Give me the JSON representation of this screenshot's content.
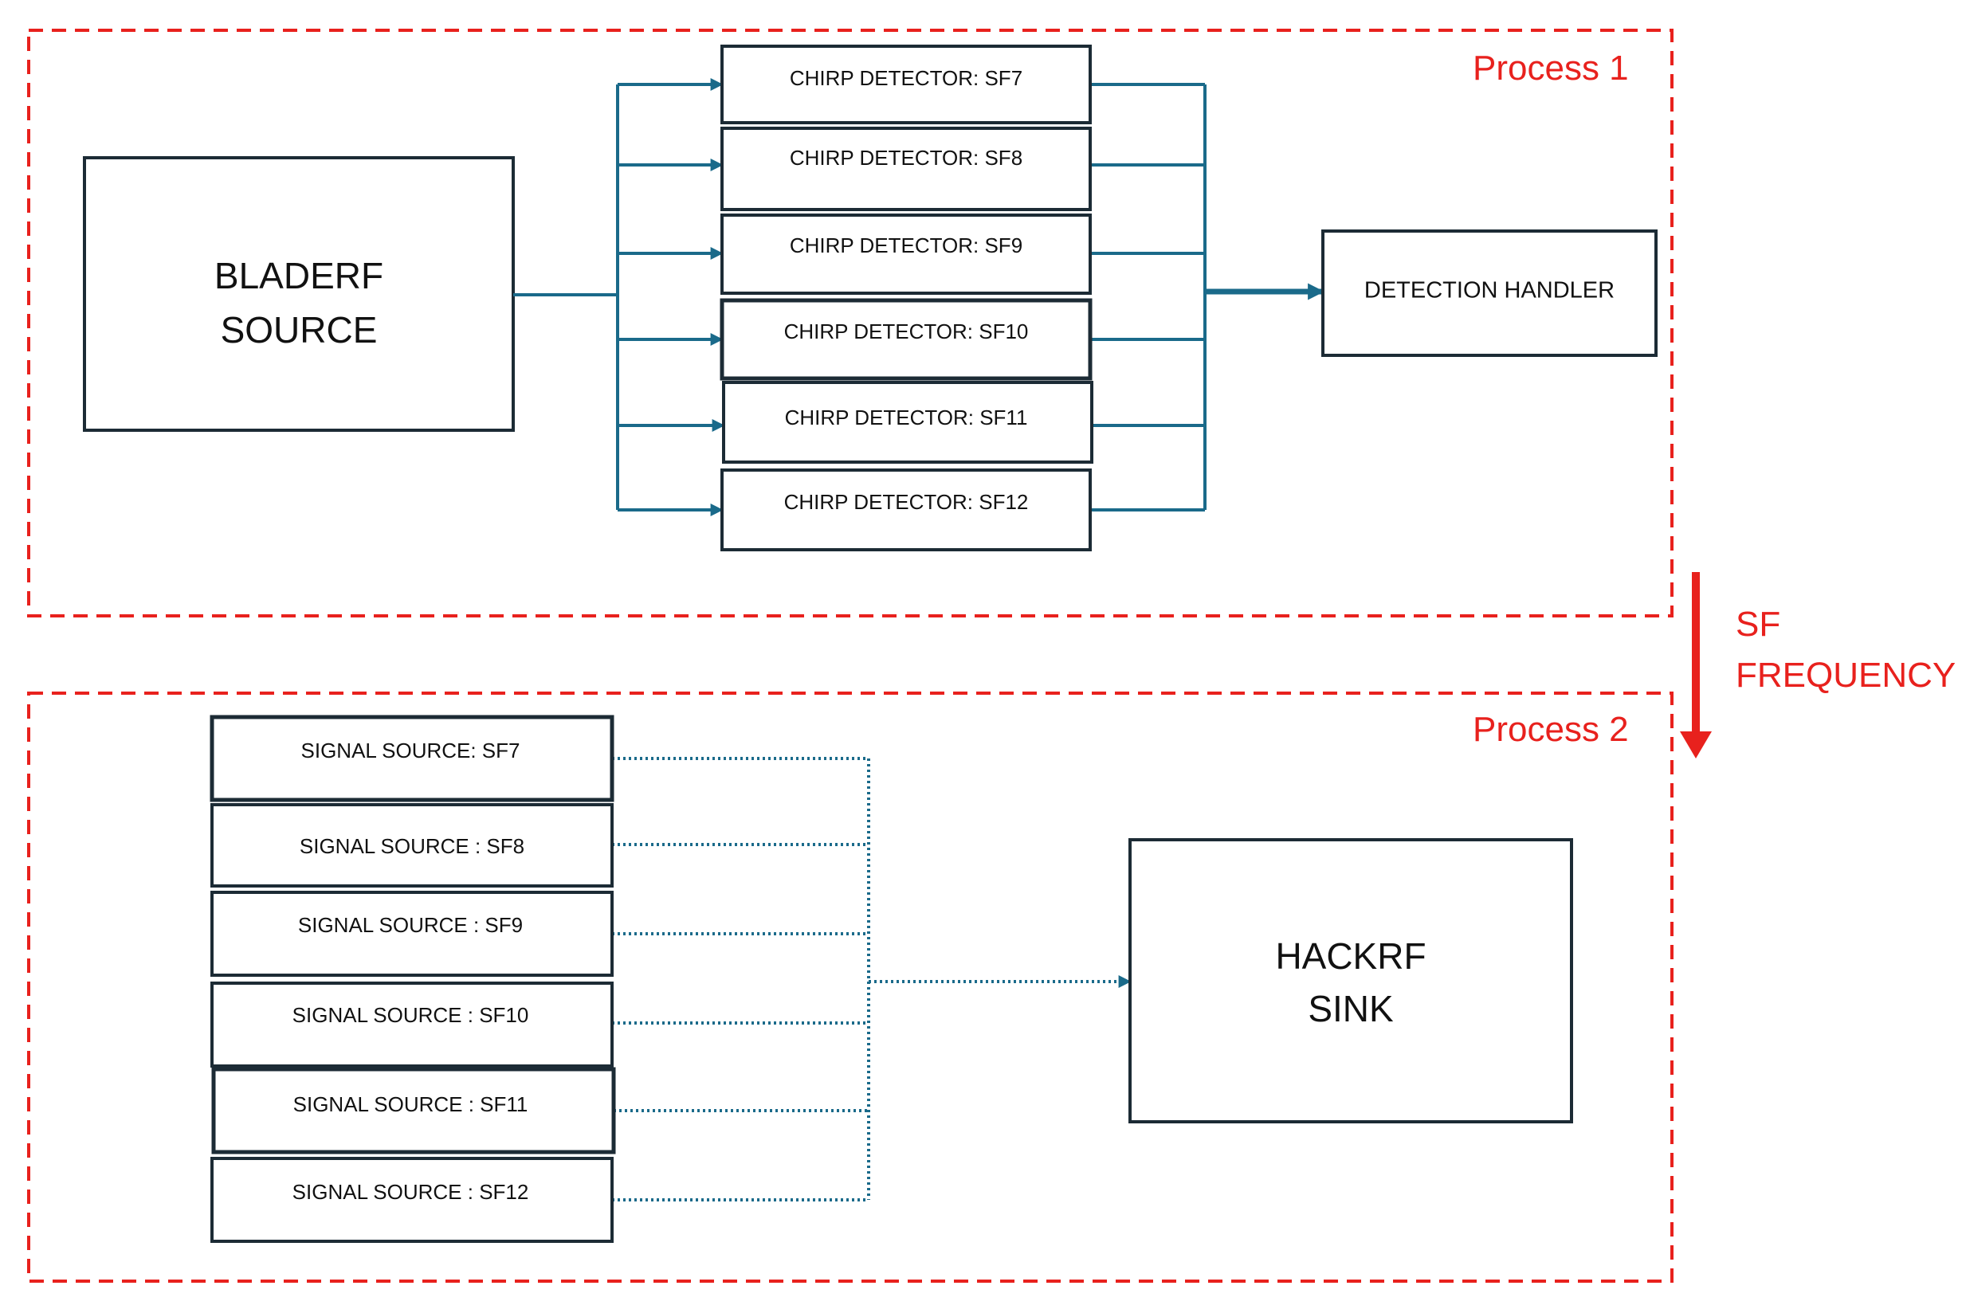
{
  "process1": {
    "label": "Process 1",
    "source": [
      "BLADERF",
      "SOURCE"
    ],
    "detectors": [
      "CHIRP DETECTOR: SF7",
      "CHIRP DETECTOR: SF8",
      "CHIRP DETECTOR: SF9",
      "CHIRP DETECTOR: SF10",
      "CHIRP DETECTOR: SF11",
      "CHIRP DETECTOR: SF12"
    ],
    "handler": "DETECTION HANDLER"
  },
  "link": [
    "SF",
    "FREQUENCY"
  ],
  "process2": {
    "label": "Process 2",
    "sources": [
      "SIGNAL SOURCE: SF7",
      "SIGNAL SOURCE : SF8",
      "SIGNAL SOURCE : SF9",
      "SIGNAL SOURCE : SF10",
      "SIGNAL SOURCE : SF11",
      "SIGNAL SOURCE : SF12"
    ],
    "sink": [
      "HACKRF",
      "SINK"
    ]
  },
  "colors": {
    "process_border": "#e8211d",
    "wire": "#1a6a8a",
    "box_border": "#1c2b35"
  }
}
